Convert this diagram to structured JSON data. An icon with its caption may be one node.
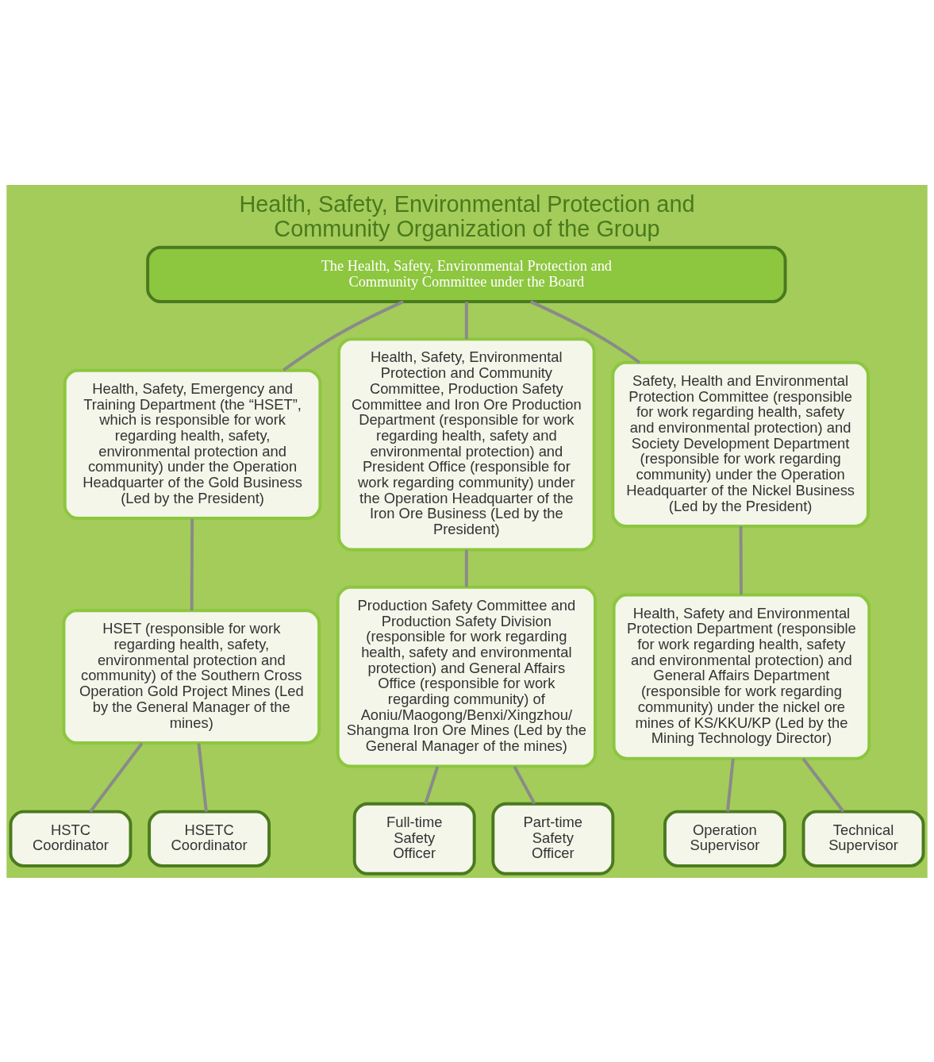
{
  "diagram": {
    "title": "Health, Safety, Environmental Protection and Community Organization of the Group",
    "nodes": [
      {
        "text": [
          "The Health, Safety, Environmental Protection and Community Committee under the Board"
        ]
      },
      {
        "text": [
          "Health, Safety, Emergency and Training Department (the “HSET”, which is responsible for work regarding health, safety, environmental protection and community) under the Operation Headquarter of the Gold Business (Led by the President)"
        ]
      },
      {
        "text": [
          "Health, Safety, Environmental Protection and Community Committee, Production Safety Committee and Iron Ore Production Department (responsible for work regarding health, safety and environmental protection) and President Office (responsible for work regarding community) under the Operation Headquarter of the Iron Ore Business (Led by the President)"
        ]
      },
      {
        "text": [
          "Safety, Health and Environmental Protection Committee (responsible for work regarding health, safety and environmental protection) and Society Development Department (responsible for work regarding community) under the Operation Headquarter of the Nickel Business (Led by the President)"
        ]
      },
      {
        "text": [
          "HSET (responsible for work regarding health, safety, environmental protection and community) of the Southern Cross Operation Gold Project Mines (Led by the General Manager of the mines)"
        ]
      },
      {
        "text": [
          "Production Safety Committee and Production Safety Division (responsible for work regarding health, safety and environmental protection) and General Affairs Office (responsible for work regarding community) of Aoniu/Maogong/Benxi/Xingzhou/ Shangma Iron Ore Mines (Led by the General Manager of the mines)"
        ]
      },
      {
        "text": [
          "Health, Safety and Environmental Protection Department (responsible for work regarding health, safety and environmental protection) and General Affairs Department (responsible for work regarding community) under the nickel ore mines of KS/KKU/KP (Led by the Mining Technology Director)"
        ]
      },
      {
        "text": [
          "HSTC Coordinator"
        ]
      },
      {
        "text": [
          "HSETC Coordinator"
        ]
      },
      {
        "text": [
          "Full-time Safety Officer"
        ]
      },
      {
        "text": [
          "Part-time Safety Officer"
        ]
      },
      {
        "text": [
          "Operation Supervisor"
        ]
      },
      {
        "text": [
          "Technical Supervisor"
        ]
      }
    ],
    "edges": [
      {
        "from": 0,
        "to": 1,
        "arrow": "none"
      },
      {
        "from": 0,
        "to": 2,
        "arrow": "none"
      },
      {
        "from": 0,
        "to": 3,
        "arrow": "none"
      },
      {
        "from": 1,
        "to": 4,
        "arrow": "none"
      },
      {
        "from": 2,
        "to": 5,
        "arrow": "none"
      },
      {
        "from": 3,
        "to": 6,
        "arrow": "none"
      },
      {
        "from": 4,
        "to": 7,
        "arrow": "none"
      },
      {
        "from": 4,
        "to": 8,
        "arrow": "none"
      },
      {
        "from": 5,
        "to": 9,
        "arrow": "none"
      },
      {
        "from": 5,
        "to": 10,
        "arrow": "none"
      },
      {
        "from": 6,
        "to": 11,
        "arrow": "none"
      },
      {
        "from": 6,
        "to": 12,
        "arrow": "none"
      }
    ]
  }
}
